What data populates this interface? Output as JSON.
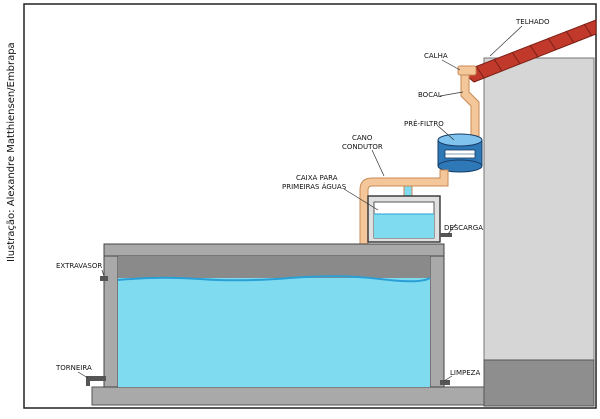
{
  "credit": "Ilustração: Alexandre Matthiensen/Embrapa",
  "labels": {
    "telhado": "TELHADO",
    "calha": "CALHA",
    "bocal": "BOCAL",
    "pre_filtro": "PRÉ-FILTRO",
    "cano_condutor_1": "CANO",
    "cano_condutor_2": "CONDUTOR",
    "caixa_1": "CAIXA PARA",
    "caixa_2": "PRIMEIRAS ÁGUAS",
    "descarga": "DESCARGA",
    "extravasor": "EXTRAVASOR",
    "torneira": "TORNEIRA",
    "limpeza": "LIMPEZA"
  },
  "colors": {
    "water": "#7fdcf0",
    "water_surface": "#2a9fd6",
    "pipe": "#f4c79a",
    "pipe_outline": "#c88a54",
    "concrete": "#a9a9a9",
    "concrete_dark": "#8e8e8e",
    "wall": "#d6d6d6",
    "roof": "#c0392b",
    "filter": "#2f78b8"
  }
}
